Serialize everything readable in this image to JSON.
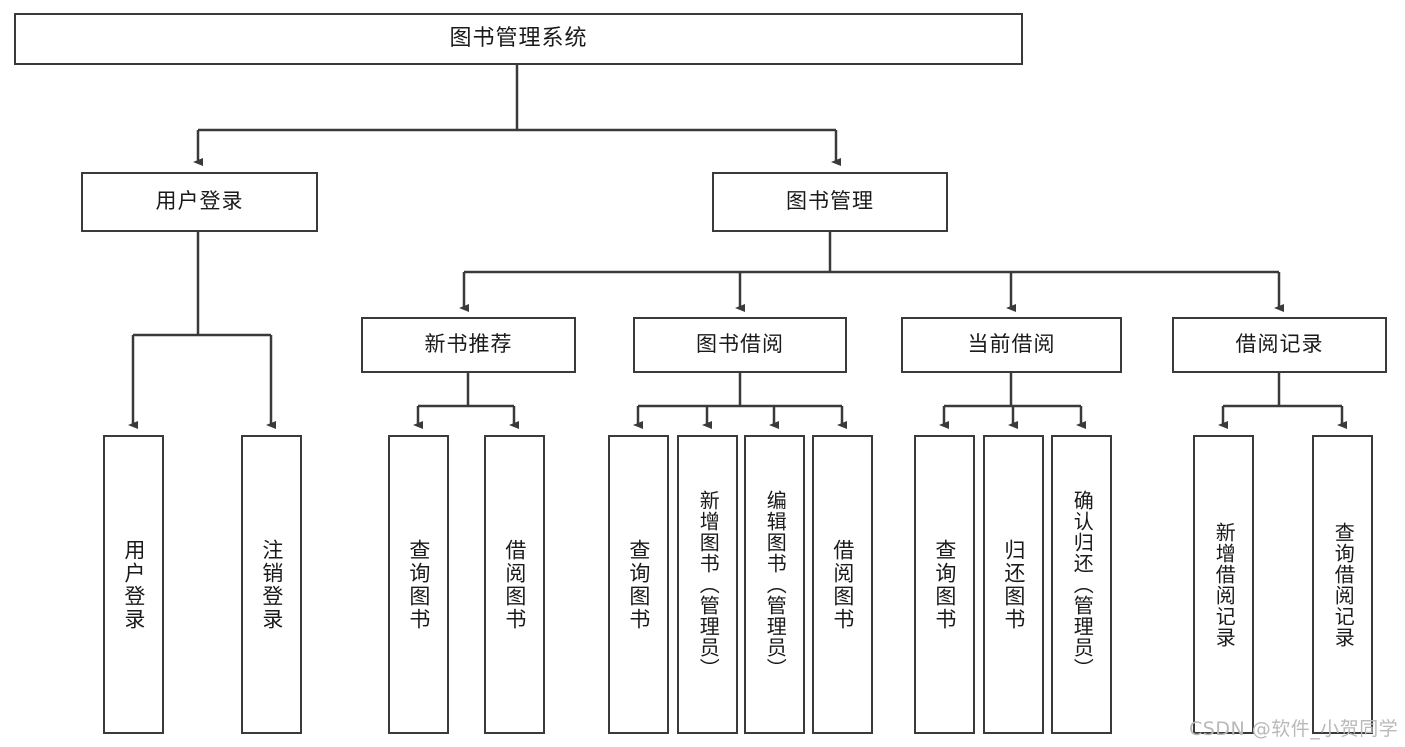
{
  "diagram": {
    "title": "图书管理系统",
    "type": "tree",
    "line_color": "#3a3a3a",
    "box_border_color": "#3a3a3a",
    "box_fill": "#ffffff",
    "watermark": "CSDN @软件_小贺同学",
    "watermark_color": "#b9b9b9",
    "nodes": {
      "root": {
        "label": "图书管理系统"
      },
      "level2": [
        {
          "id": "user_login",
          "label": "用户登录"
        },
        {
          "id": "book_mgmt",
          "label": "图书管理"
        }
      ],
      "level3": [
        {
          "id": "new_book_rec",
          "label": "新书推荐",
          "parent": "book_mgmt"
        },
        {
          "id": "book_borrow",
          "label": "图书借阅",
          "parent": "book_mgmt"
        },
        {
          "id": "current_borrow",
          "label": "当前借阅",
          "parent": "book_mgmt"
        },
        {
          "id": "borrow_record",
          "label": "借阅记录",
          "parent": "book_mgmt"
        }
      ],
      "leaves": [
        {
          "id": "leaf_user_login",
          "label": "用户登录",
          "parent": "user_login"
        },
        {
          "id": "leaf_logout",
          "label": "注销登录",
          "parent": "user_login"
        },
        {
          "id": "leaf_query_book_1",
          "label": "查询图书",
          "parent": "new_book_rec"
        },
        {
          "id": "leaf_borrow_book_1",
          "label": "借阅图书",
          "parent": "new_book_rec"
        },
        {
          "id": "leaf_query_book_2",
          "label": "查询图书",
          "parent": "book_borrow"
        },
        {
          "id": "leaf_add_book",
          "label": "新增图书（管理员）",
          "parent": "book_borrow"
        },
        {
          "id": "leaf_edit_book",
          "label": "编辑图书（管理员）",
          "parent": "book_borrow"
        },
        {
          "id": "leaf_borrow_book_2",
          "label": "借阅图书",
          "parent": "book_borrow"
        },
        {
          "id": "leaf_query_book_3",
          "label": "查询图书",
          "parent": "current_borrow"
        },
        {
          "id": "leaf_return_book",
          "label": "归还图书",
          "parent": "current_borrow"
        },
        {
          "id": "leaf_confirm_return",
          "label": "确认归还（管理员）",
          "parent": "current_borrow"
        },
        {
          "id": "leaf_add_record",
          "label": "新增借阅记录",
          "parent": "borrow_record"
        },
        {
          "id": "leaf_query_record",
          "label": "查询借阅记录",
          "parent": "borrow_record"
        }
      ]
    }
  }
}
